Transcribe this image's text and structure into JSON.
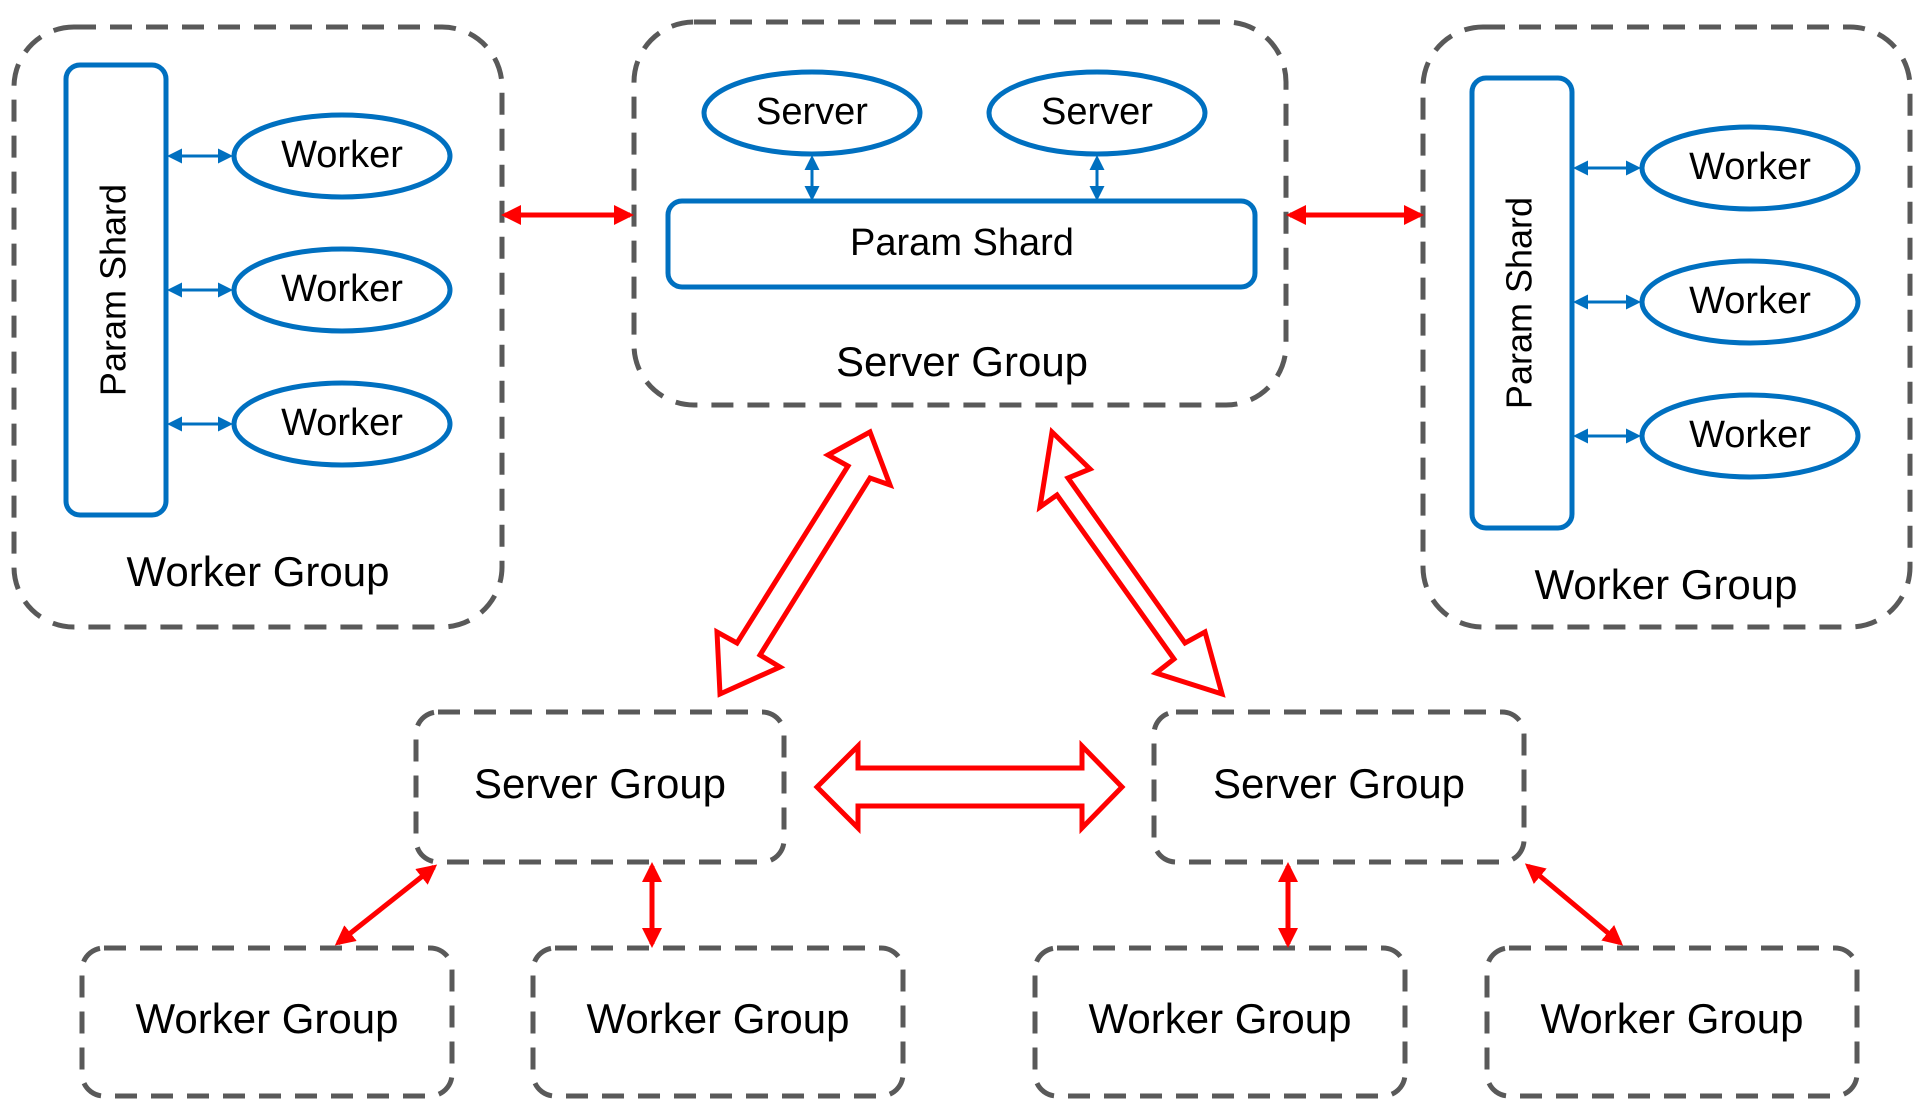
{
  "colors": {
    "dashed_border": "#595959",
    "blue": "#0070C0",
    "red": "#FF0000",
    "text": "#000000"
  },
  "top_left_worker_group": {
    "param_shard": "Param Shard",
    "workers": [
      "Worker",
      "Worker",
      "Worker"
    ],
    "label": "Worker Group"
  },
  "top_server_group": {
    "servers": [
      "Server",
      "Server"
    ],
    "param_shard": "Param Shard",
    "label": "Server Group"
  },
  "top_right_worker_group": {
    "param_shard": "Param Shard",
    "workers": [
      "Worker",
      "Worker",
      "Worker"
    ],
    "label": "Worker Group"
  },
  "bottom_server_groups": [
    "Server Group",
    "Server Group"
  ],
  "bottom_worker_groups": [
    "Worker Group",
    "Worker Group",
    "Worker Group",
    "Worker Group"
  ]
}
